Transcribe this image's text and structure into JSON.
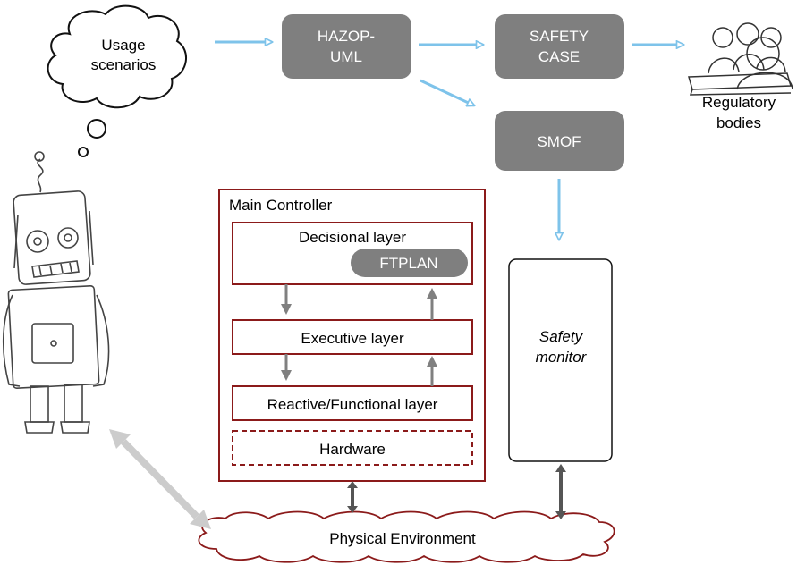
{
  "usage_cloud": {
    "line1": "Usage",
    "line2": "scenarios"
  },
  "boxes": {
    "hazop": {
      "line1": "HAZOP-",
      "line2": "UML"
    },
    "safety_case": {
      "line1": "SAFETY",
      "line2": "CASE"
    },
    "smof": {
      "label": "SMOF"
    }
  },
  "regulatory": {
    "line1": "Regulatory",
    "line2": "bodies"
  },
  "main_controller": {
    "title": "Main Controller",
    "decisional": "Decisional layer",
    "ftplan": "FTPLAN",
    "executive": "Executive layer",
    "reactive": "Reactive/Functional layer",
    "hardware": "Hardware"
  },
  "safety_monitor": {
    "line1": "Safety",
    "line2": "monitor"
  },
  "environment": {
    "label": "Physical Environment"
  },
  "colors": {
    "gray_box": "#7f7f7f",
    "arrow_blue": "#7ec3ea",
    "dark_red": "#8b1a1a",
    "arrow_gray": "#808080"
  }
}
